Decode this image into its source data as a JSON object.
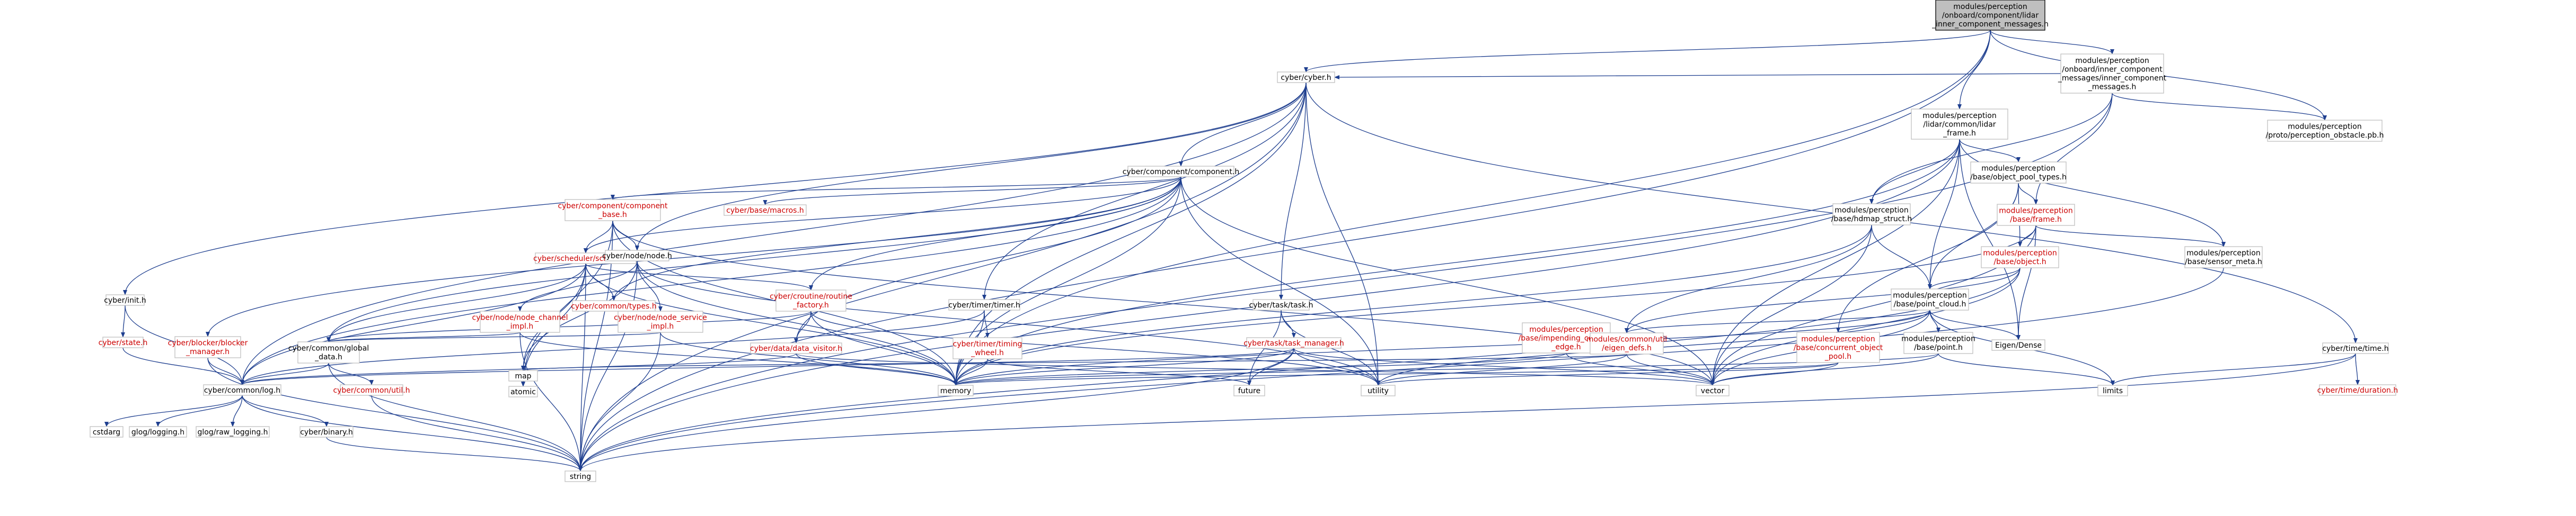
{
  "graph": {
    "edge_color": "#1f3f8f",
    "nodes": [
      {
        "id": "root",
        "lines": [
          "modules/perception",
          "/onboard/component/lidar",
          "_inner_component_messages.h"
        ],
        "color": "root"
      },
      {
        "id": "cyber",
        "lines": [
          "cyber/cyber.h"
        ],
        "color": "black"
      },
      {
        "id": "onb_inner",
        "lines": [
          "modules/perception",
          "/onboard/inner_component",
          "_messages/inner_component",
          "_messages.h"
        ],
        "color": "black"
      },
      {
        "id": "lidar_frame",
        "lines": [
          "modules/perception",
          "/lidar/common/lidar",
          "_frame.h"
        ],
        "color": "black"
      },
      {
        "id": "obstacle_pb",
        "lines": [
          "modules/perception",
          "/proto/perception_obstacle.pb.h"
        ],
        "color": "black"
      },
      {
        "id": "component",
        "lines": [
          "cyber/component/component.h"
        ],
        "color": "black"
      },
      {
        "id": "obj_pool_types",
        "lines": [
          "modules/perception",
          "/base/object_pool_types.h"
        ],
        "color": "black"
      },
      {
        "id": "comp_base",
        "lines": [
          "cyber/component/component",
          "_base.h"
        ],
        "color": "red"
      },
      {
        "id": "macros",
        "lines": [
          "cyber/base/macros.h"
        ],
        "color": "red"
      },
      {
        "id": "base_frame",
        "lines": [
          "modules/perception",
          "/base/frame.h"
        ],
        "color": "red"
      },
      {
        "id": "scheduler",
        "lines": [
          "cyber/scheduler/scheduler.h"
        ],
        "color": "red"
      },
      {
        "id": "node",
        "lines": [
          "cyber/node/node.h"
        ],
        "color": "black"
      },
      {
        "id": "hdmap",
        "lines": [
          "modules/perception",
          "/base/hdmap_struct.h"
        ],
        "color": "black"
      },
      {
        "id": "base_object",
        "lines": [
          "modules/perception",
          "/base/object.h"
        ],
        "color": "red"
      },
      {
        "id": "sensor_meta",
        "lines": [
          "modules/perception",
          "/base/sensor_meta.h"
        ],
        "color": "black"
      },
      {
        "id": "init",
        "lines": [
          "cyber/init.h"
        ],
        "color": "black"
      },
      {
        "id": "types",
        "lines": [
          "cyber/common/types.h"
        ],
        "color": "red"
      },
      {
        "id": "channel_impl",
        "lines": [
          "cyber/node/node_channel",
          "_impl.h"
        ],
        "color": "red"
      },
      {
        "id": "service_impl",
        "lines": [
          "cyber/node/node_service",
          "_impl.h"
        ],
        "color": "red"
      },
      {
        "id": "routine_factory",
        "lines": [
          "cyber/croutine/routine",
          "_factory.h"
        ],
        "color": "red"
      },
      {
        "id": "timer",
        "lines": [
          "cyber/timer/timer.h"
        ],
        "color": "black"
      },
      {
        "id": "task",
        "lines": [
          "cyber/task/task.h"
        ],
        "color": "black"
      },
      {
        "id": "point_cloud",
        "lines": [
          "modules/perception",
          "/base/point_cloud.h"
        ],
        "color": "black"
      },
      {
        "id": "state",
        "lines": [
          "cyber/state.h"
        ],
        "color": "red"
      },
      {
        "id": "blocker_mgr",
        "lines": [
          "cyber/blocker/blocker",
          "_manager.h"
        ],
        "color": "red"
      },
      {
        "id": "global_data",
        "lines": [
          "cyber/common/global",
          "_data.h"
        ],
        "color": "black"
      },
      {
        "id": "data_visitor",
        "lines": [
          "cyber/data/data_visitor.h"
        ],
        "color": "red"
      },
      {
        "id": "timing_wheel",
        "lines": [
          "cyber/timer/timing",
          "_wheel.h"
        ],
        "color": "red"
      },
      {
        "id": "task_manager",
        "lines": [
          "cyber/task/task_manager.h"
        ],
        "color": "red"
      },
      {
        "id": "impending",
        "lines": [
          "modules/perception",
          "/base/impending_collision",
          "_edge.h"
        ],
        "color": "red"
      },
      {
        "id": "eigen_defs",
        "lines": [
          "modules/common/util",
          "/eigen_defs.h"
        ],
        "color": "red"
      },
      {
        "id": "concurrent_pool",
        "lines": [
          "modules/perception",
          "/base/concurrent_object",
          "_pool.h"
        ],
        "color": "red"
      },
      {
        "id": "base_point",
        "lines": [
          "modules/perception",
          "/base/point.h"
        ],
        "color": "black"
      },
      {
        "id": "eigen_dense",
        "lines": [
          "Eigen/Dense"
        ],
        "color": "black"
      },
      {
        "id": "time_h",
        "lines": [
          "cyber/time/time.h"
        ],
        "color": "black"
      },
      {
        "id": "log",
        "lines": [
          "cyber/common/log.h"
        ],
        "color": "black"
      },
      {
        "id": "util",
        "lines": [
          "cyber/common/util.h"
        ],
        "color": "red"
      },
      {
        "id": "atomic",
        "lines": [
          "atomic"
        ],
        "color": "black"
      },
      {
        "id": "map",
        "lines": [
          "map"
        ],
        "color": "black"
      },
      {
        "id": "memory",
        "lines": [
          "memory"
        ],
        "color": "black"
      },
      {
        "id": "future",
        "lines": [
          "future"
        ],
        "color": "black"
      },
      {
        "id": "utility",
        "lines": [
          "utility"
        ],
        "color": "black"
      },
      {
        "id": "vector",
        "lines": [
          "vector"
        ],
        "color": "black"
      },
      {
        "id": "limits",
        "lines": [
          "limits"
        ],
        "color": "black"
      },
      {
        "id": "duration",
        "lines": [
          "cyber/time/duration.h"
        ],
        "color": "red"
      },
      {
        "id": "cstdarg",
        "lines": [
          "cstdarg"
        ],
        "color": "black"
      },
      {
        "id": "glog",
        "lines": [
          "glog/logging.h"
        ],
        "color": "black"
      },
      {
        "id": "glog_raw",
        "lines": [
          "glog/raw_logging.h"
        ],
        "color": "black"
      },
      {
        "id": "binary",
        "lines": [
          "cyber/binary.h"
        ],
        "color": "black"
      },
      {
        "id": "string",
        "lines": [
          "string"
        ],
        "color": "black"
      }
    ]
  }
}
